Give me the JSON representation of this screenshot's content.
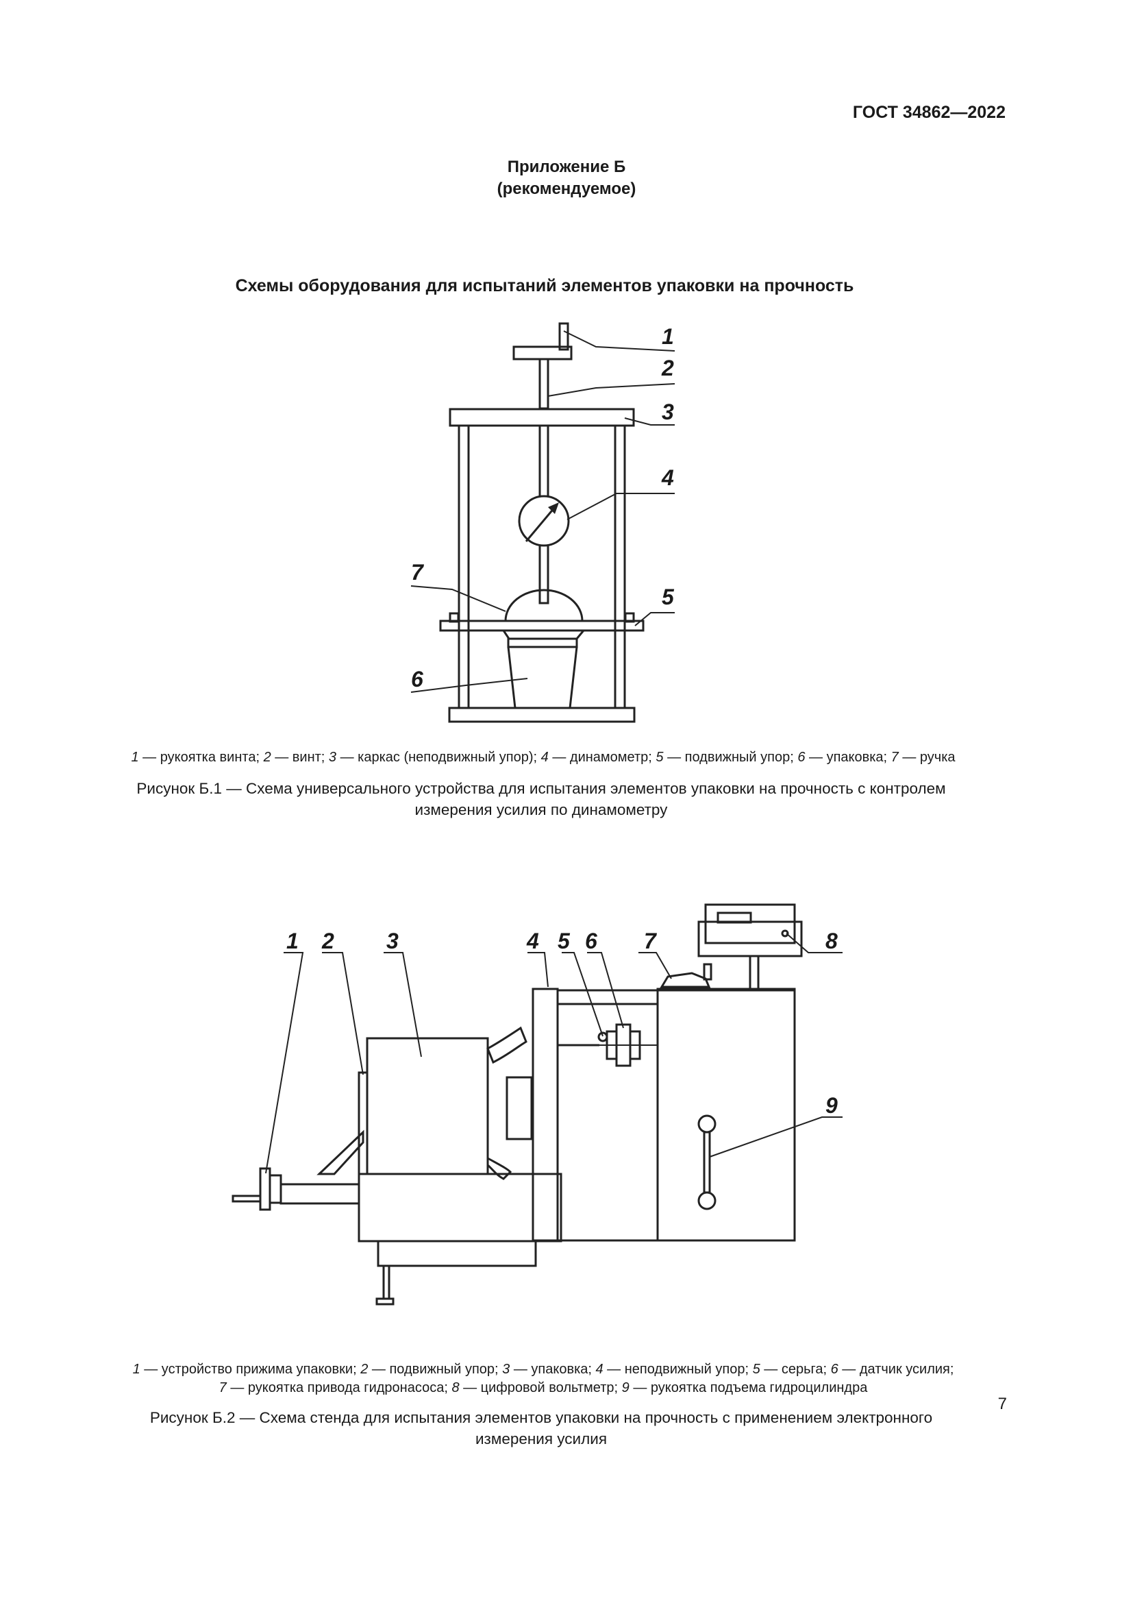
{
  "header": {
    "standard_id": "ГОСТ 34862—2022"
  },
  "appendix": {
    "title": "Приложение Б",
    "status": "(рекомендуемое)"
  },
  "section_title": "Схемы оборудования для испытаний элементов упаковки на прочность",
  "figure1": {
    "callouts": [
      "1",
      "2",
      "3",
      "4",
      "5",
      "6",
      "7"
    ],
    "legend": [
      {
        "num": "1",
        "text": " — рукоятка винта; "
      },
      {
        "num": "2",
        "text": " — винт; "
      },
      {
        "num": "3",
        "text": " — каркас (неподвижный упор); "
      },
      {
        "num": "4",
        "text": " — динамометр; "
      },
      {
        "num": "5",
        "text": " — подвижный упор; "
      },
      {
        "num": "6",
        "text": " — упаковка; "
      },
      {
        "num": "7",
        "text": " — ручка"
      }
    ],
    "caption_line1": "Рисунок Б.1 — Схема универсального устройства для испытания элементов упаковки на прочность с контролем",
    "caption_line2": "измерения усилия по динамометру"
  },
  "figure2": {
    "callouts": [
      "1",
      "2",
      "3",
      "4",
      "5",
      "6",
      "7",
      "8",
      "9"
    ],
    "legend_line1": [
      {
        "num": "1",
        "text": " — устройство прижима упаковки; "
      },
      {
        "num": "2",
        "text": " — подвижный упор; "
      },
      {
        "num": "3",
        "text": " — упаковка; "
      },
      {
        "num": "4",
        "text": " — неподвижный упор; "
      },
      {
        "num": "5",
        "text": " — серьга; "
      },
      {
        "num": "6",
        "text": " — датчик усилия;"
      }
    ],
    "legend_line2": [
      {
        "num": "7",
        "text": " — рукоятка привода гидронасоса; "
      },
      {
        "num": "8",
        "text": " — цифровой вольтметр; "
      },
      {
        "num": "9",
        "text": " — рукоятка подъема гидроцилиндра"
      }
    ],
    "caption_line1": "Рисунок Б.2 — Схема стенда для испытания элементов упаковки на прочность с применением электронного",
    "caption_line2": "измерения усилия"
  },
  "page_number": "7"
}
